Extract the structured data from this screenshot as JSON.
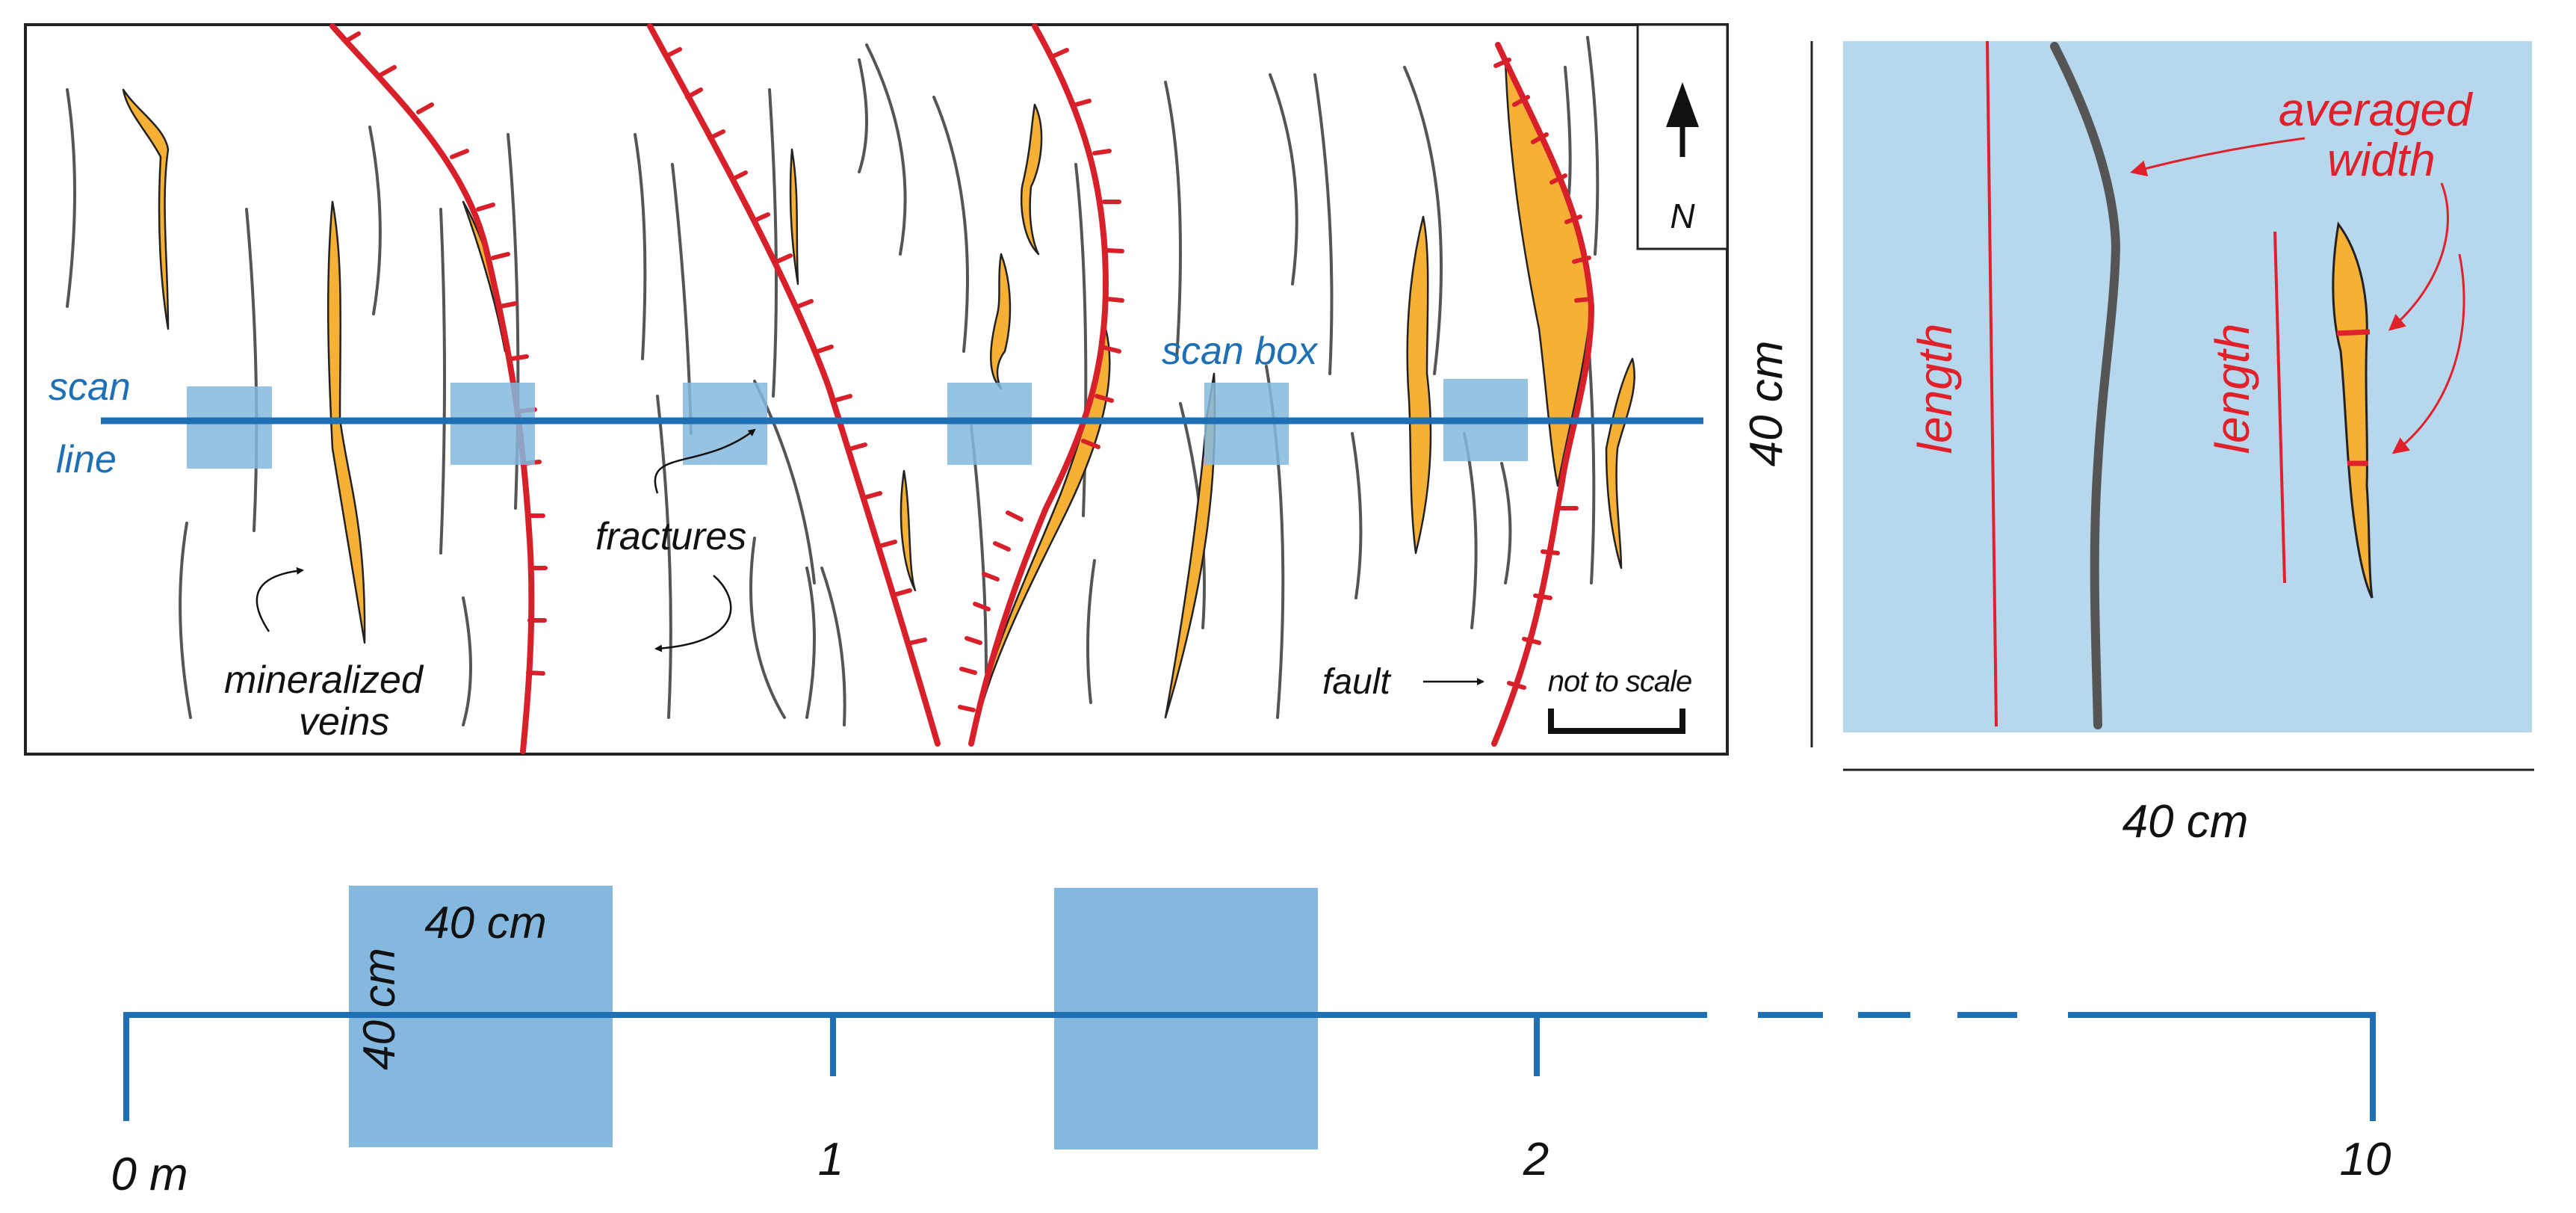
{
  "map_panel": {
    "north_label": "N",
    "scan_line_label_1": "scan",
    "scan_line_label_2": "line",
    "scan_box_label": "scan box",
    "fractures_label": "fractures",
    "veins_label_1": "mineralized",
    "veins_label_2": "veins",
    "fault_label": "fault",
    "scale_label": "not to scale"
  },
  "detail_panel": {
    "averaged_label_1": "averaged",
    "averaged_label_2": "width",
    "length_label_fracture": "length",
    "length_label_vein": "length",
    "height_label": "40 cm",
    "width_label": "40 cm"
  },
  "scanline_panel": {
    "box_width_label": "40 cm",
    "box_height_label": "40 cm",
    "ticks": [
      "0 m",
      "1",
      "2",
      "10"
    ]
  },
  "colors": {
    "scan_blue": "#1f6fb5",
    "box_fill": "#85b8de",
    "detail_fill": "#b7d7ec",
    "fault_red": "#d8202a",
    "vein_orange": "#f6b035",
    "fracture_gray": "#555555",
    "label_red": "#e0202a"
  }
}
